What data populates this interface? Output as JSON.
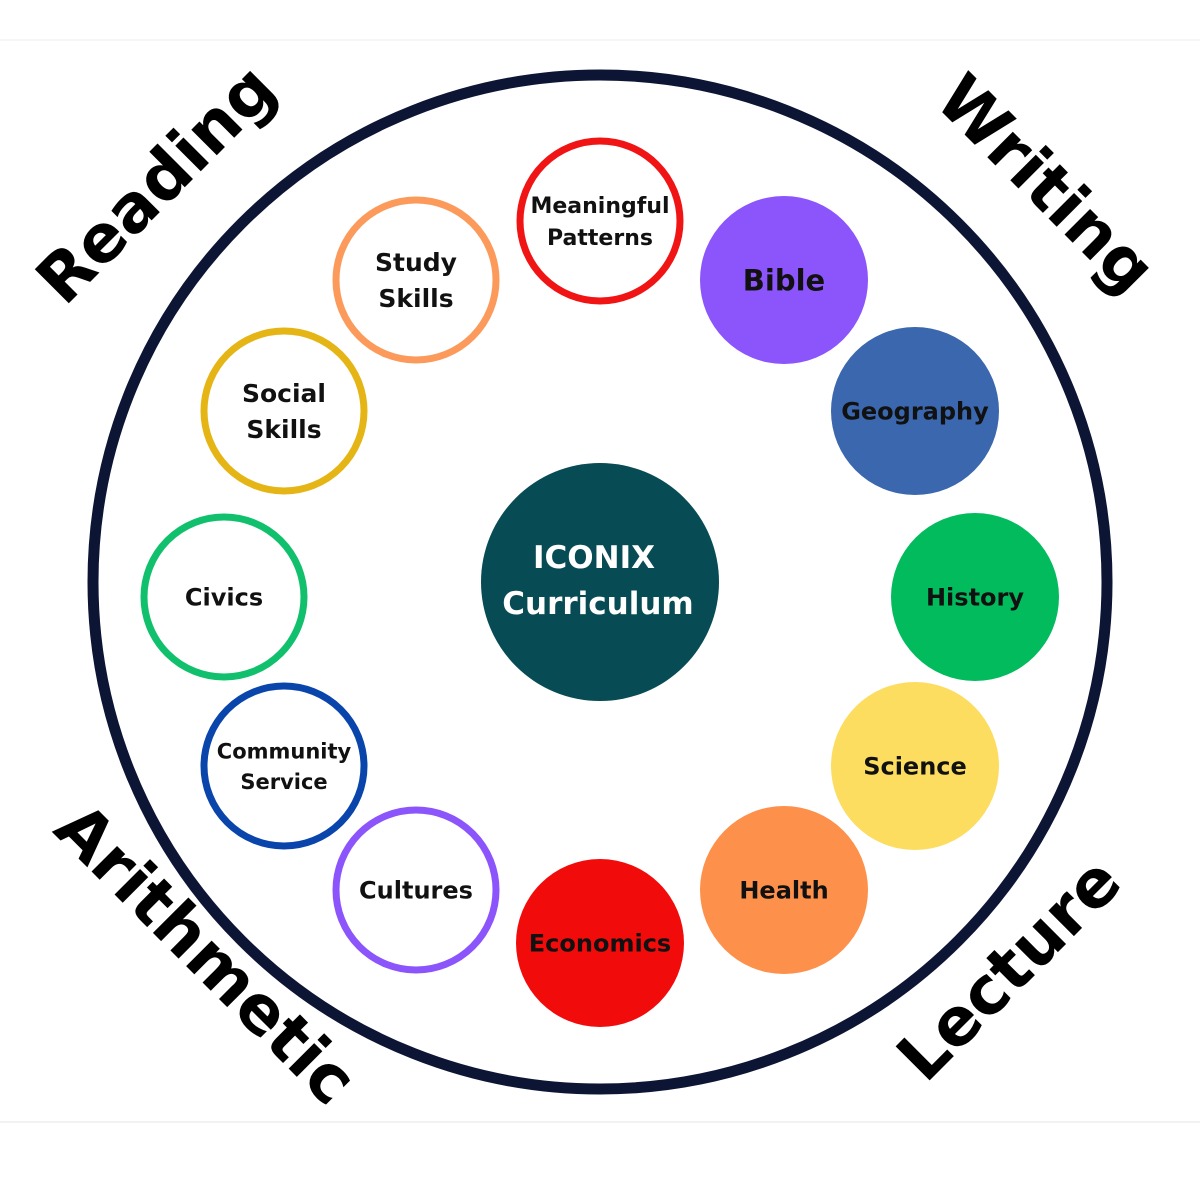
{
  "corners": {
    "top_left": "Reading",
    "top_right": "Writing",
    "bottom_left": "Arithmetic",
    "bottom_right": "Lecture"
  },
  "center": {
    "line1": "ICONIX",
    "line2": "Curriculum",
    "color": "#074b55"
  },
  "ring_color": "#0d1535",
  "filled_subjects": [
    {
      "lines": [
        "Bible"
      ],
      "color": "#8b55fb"
    },
    {
      "lines": [
        "Geography"
      ],
      "color": "#3a67ae"
    },
    {
      "lines": [
        "History"
      ],
      "color": "#02bb5d"
    },
    {
      "lines": [
        "Science"
      ],
      "color": "#fcdd5f"
    },
    {
      "lines": [
        "Health"
      ],
      "color": "#fd914b"
    },
    {
      "lines": [
        "Economics"
      ],
      "color": "#f20b0b"
    }
  ],
  "outlined_subjects": [
    {
      "lines": [
        "Meaningful",
        "Patterns"
      ],
      "color": "#f01414"
    },
    {
      "lines": [
        "Study",
        "Skills"
      ],
      "color": "#fb9a5b"
    },
    {
      "lines": [
        "Social",
        "Skills"
      ],
      "color": "#e5b515"
    },
    {
      "lines": [
        "Civics"
      ],
      "color": "#11c06c"
    },
    {
      "lines": [
        "Community",
        "Service"
      ],
      "color": "#0a45ab"
    },
    {
      "lines": [
        "Cultures"
      ],
      "color": "#8b55fb"
    }
  ]
}
